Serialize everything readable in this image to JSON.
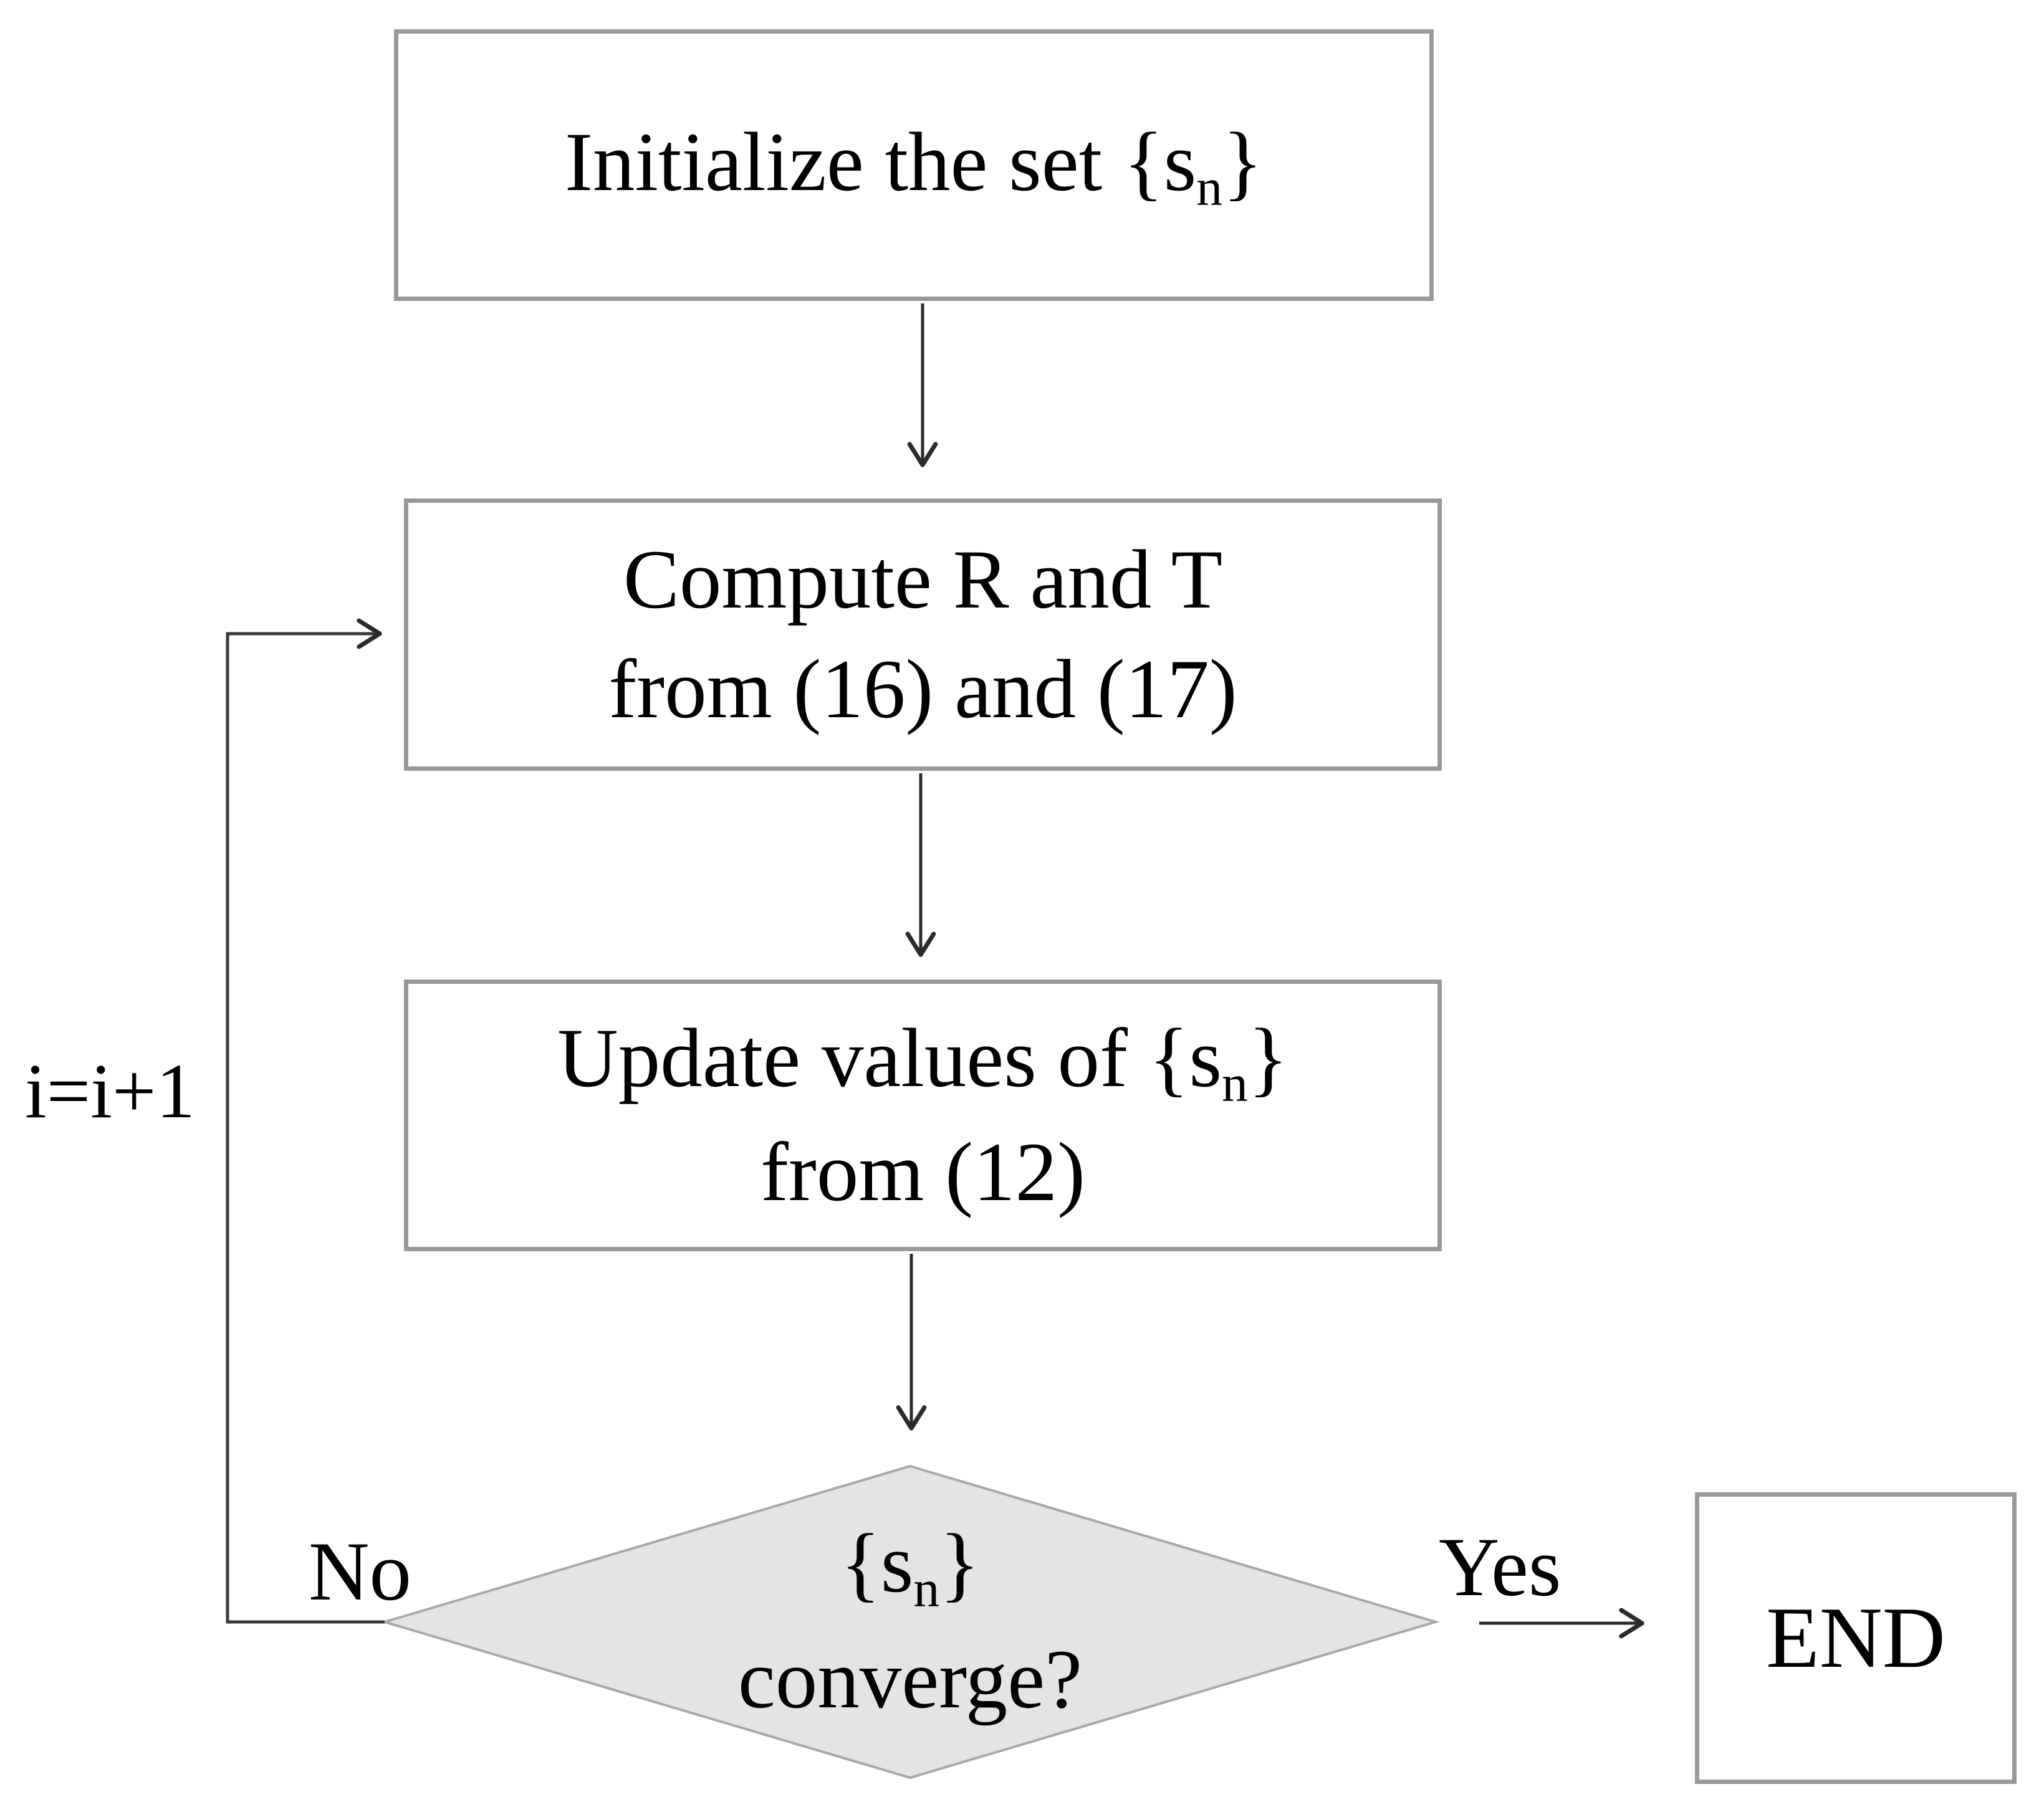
{
  "figure": {
    "type": "flowchart",
    "background": "#ffffff",
    "colors": {
      "box_border": "#999999",
      "box_fill": "#ffffff",
      "diamond_fill": "#e4e4e4",
      "diamond_border": "#a8a8a8",
      "connector_line": "#2b2b2b",
      "text": "#000000"
    },
    "nodes": {
      "initialize": {
        "prefix": "Initialize the set {s",
        "sub": "n",
        "suffix": "}"
      },
      "compute": {
        "line1": "Compute R and T",
        "line2": "from (16) and (17)"
      },
      "update": {
        "line1_prefix": "Update values of {s",
        "line1_sub": "n",
        "line1_suffix": "}",
        "line2": "from (12)"
      },
      "decision": {
        "line1_prefix": "{s",
        "line1_sub": "n",
        "line1_suffix": "}",
        "line2": "converge?"
      },
      "end": {
        "label": "END"
      }
    },
    "labels": {
      "yes": "Yes",
      "no": "No",
      "increment": "i=i+1"
    }
  }
}
